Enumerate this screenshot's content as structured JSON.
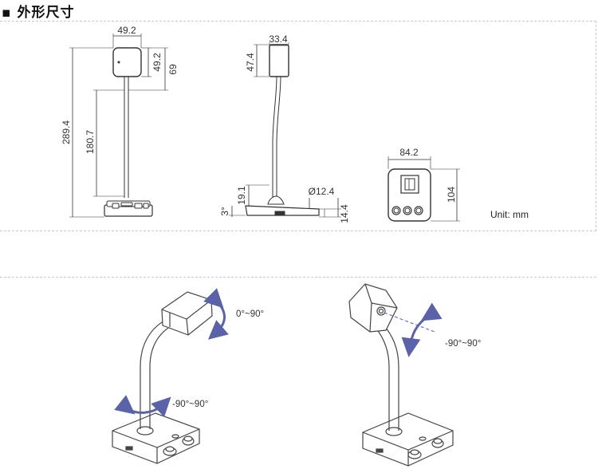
{
  "title": "外形尺寸",
  "unit_label": "Unit: mm",
  "dimensions": {
    "front_head_width": "49.2",
    "front_head_height": "49.2",
    "front_head_total": "69",
    "front_total_height": "289.4",
    "front_neck_height": "180.7",
    "side_head_depth": "33.4",
    "side_head_height": "47.4",
    "side_base_height": "19.1",
    "side_tilt": "3°",
    "side_neck_diameter": "Ø12.4",
    "side_base_thickness": "14.4",
    "top_width": "84.2",
    "top_depth": "104"
  },
  "rotation": {
    "head_tilt": "0°~90°",
    "neck_rotate": "-90°~90°",
    "head_rotate": "-90°~90°"
  },
  "colors": {
    "line": "#333333",
    "arrow": "#5a63a8",
    "dashed_axis": "#6a72b8"
  }
}
